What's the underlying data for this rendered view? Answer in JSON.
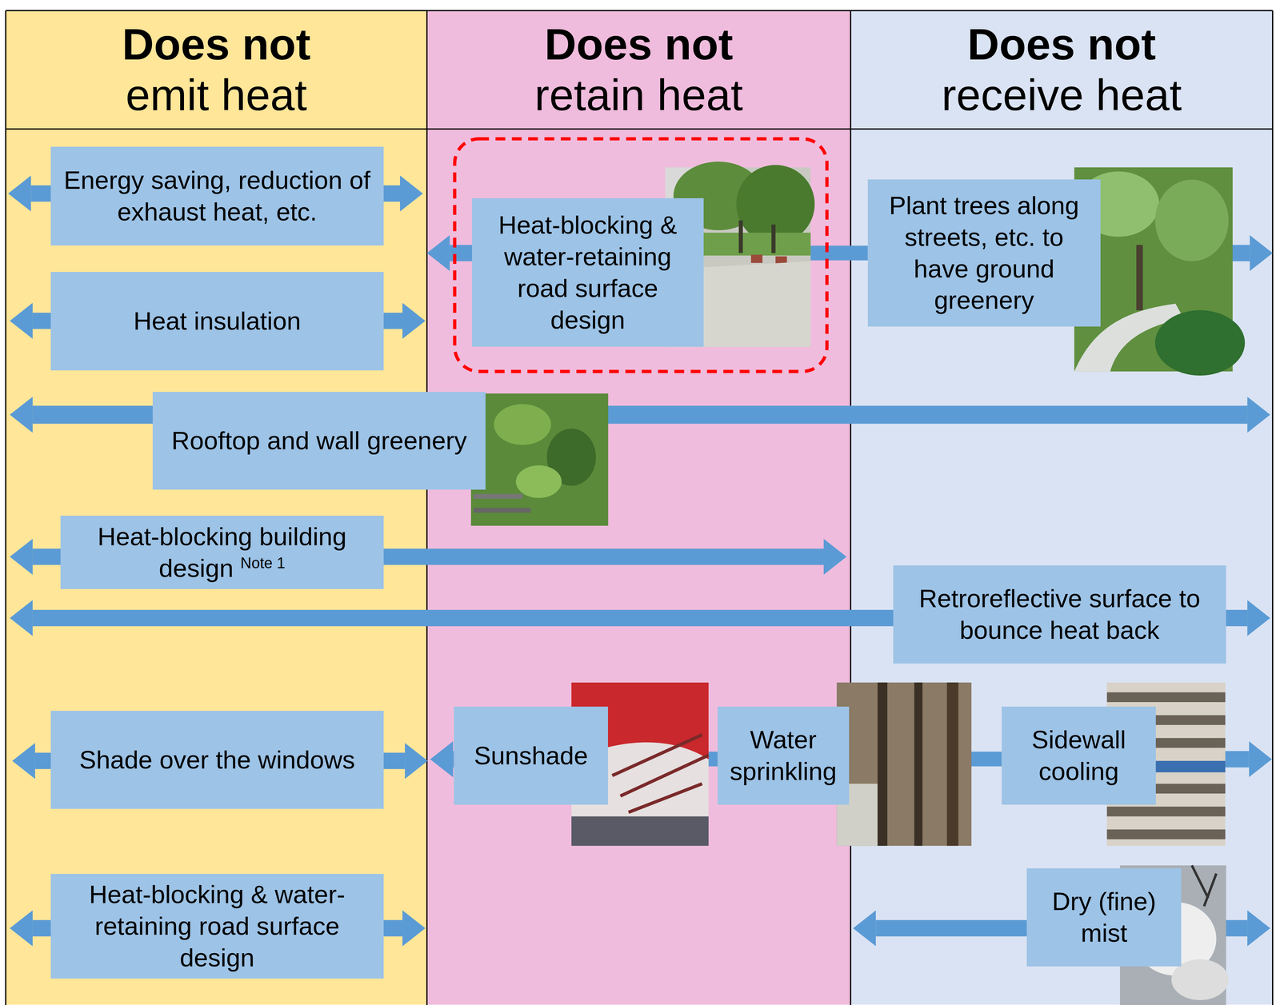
{
  "diagram": {
    "nodes": [
      {
        "text": [
          "Does not",
          "emit heat"
        ]
      },
      {
        "text": [
          "Does not",
          "retain heat"
        ]
      },
      {
        "text": [
          "Does not",
          "receive heat"
        ]
      },
      {
        "text": [
          "Energy saving, reduction of exhaust heat, etc."
        ],
        "in": 0
      },
      {
        "text": [
          "Heat-blocking & water-retaining road surface design"
        ],
        "in": 1
      },
      {
        "text": [
          "Plant trees along streets, etc. to have ground greenery"
        ],
        "in": 2
      },
      {
        "text": [
          "Heat insulation"
        ],
        "in": 0
      },
      {
        "text": [
          "Rooftop and wall greenery"
        ]
      },
      {
        "text": [
          "Heat-blocking building design",
          "Note 1"
        ],
        "in": 0
      },
      {
        "text": [
          "Retroreflective surface to bounce heat back"
        ],
        "in": 2
      },
      {
        "text": [
          "Shade over the windows"
        ],
        "in": 0
      },
      {
        "text": [
          "Sunshade"
        ],
        "in": 1
      },
      {
        "text": [
          "Water sprinkling"
        ],
        "in": 1
      },
      {
        "text": [
          "Sidewall cooling"
        ],
        "in": 2
      },
      {
        "text": [
          "Heat-blocking & water-retaining road surface design"
        ],
        "in": 0
      },
      {
        "text": [
          "Dry (fine) mist"
        ],
        "in": 2
      }
    ],
    "edges": [
      {
        "from": 4,
        "to": 5,
        "arrow": "none"
      },
      {
        "from": 11,
        "to": 12,
        "arrow": "none"
      },
      {
        "from": 12,
        "to": 13,
        "arrow": "none"
      }
    ]
  }
}
